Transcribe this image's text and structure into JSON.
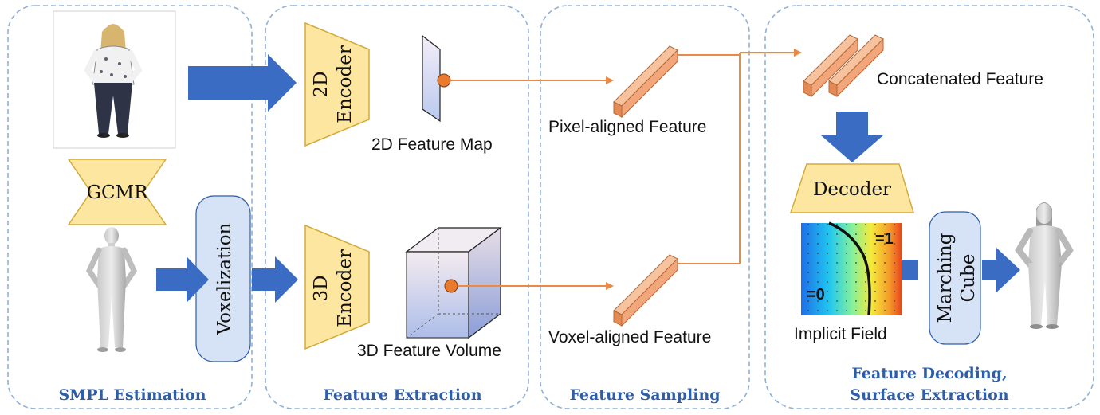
{
  "stages": {
    "smpl": "SMPL Estimation",
    "extraction": "Feature Extraction",
    "sampling": "Feature Sampling",
    "decoding_line1": "Feature Decoding,",
    "decoding_line2": "Surface Extraction"
  },
  "blocks": {
    "gcmr": "GCMR",
    "voxelization": "Voxelization",
    "encoder2d_line1": "2D",
    "encoder2d_line2": "Encoder",
    "encoder3d_line1": "3D",
    "encoder3d_line2": "Encoder",
    "decoder": "Decoder",
    "marching_line1": "Marching",
    "marching_line2": "Cube"
  },
  "labels": {
    "feature_map_2d": "2D Feature Map",
    "feature_volume_3d": "3D Feature Volume",
    "pixel_aligned": "Pixel-aligned Feature",
    "voxel_aligned": "Voxel-aligned Feature",
    "concatenated": "Concatenated Feature",
    "implicit_field": "Implicit Field",
    "field_one": "=1",
    "field_zero": "=0"
  },
  "colors": {
    "stage_border": "#8fb0d8",
    "stage_text": "#2e5ea8",
    "arrow_blue": "#3a6cc4",
    "trapezoid_fill": "#fde7a0",
    "trapezoid_stroke": "#d4aa3a",
    "feature_orange": "#f2a679",
    "line_orange": "#ea8a46",
    "rounded_box_fill": "#d6e2f5"
  }
}
